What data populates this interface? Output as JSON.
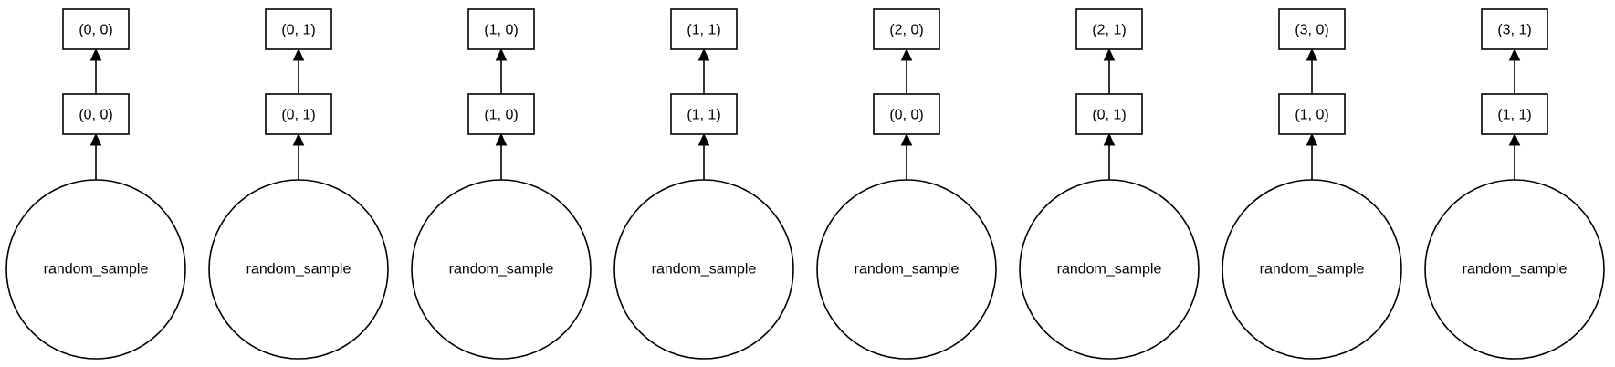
{
  "graph": {
    "columns": [
      {
        "output": "(0, 0)",
        "task": "(0, 0)",
        "source": "random_sample"
      },
      {
        "output": "(0, 1)",
        "task": "(0, 1)",
        "source": "random_sample"
      },
      {
        "output": "(1, 0)",
        "task": "(1, 0)",
        "source": "random_sample"
      },
      {
        "output": "(1, 1)",
        "task": "(1, 1)",
        "source": "random_sample"
      },
      {
        "output": "(2, 0)",
        "task": "(0, 0)",
        "source": "random_sample"
      },
      {
        "output": "(2, 1)",
        "task": "(0, 1)",
        "source": "random_sample"
      },
      {
        "output": "(3, 0)",
        "task": "(1, 0)",
        "source": "random_sample"
      },
      {
        "output": "(3, 1)",
        "task": "(1, 1)",
        "source": "random_sample"
      }
    ]
  }
}
